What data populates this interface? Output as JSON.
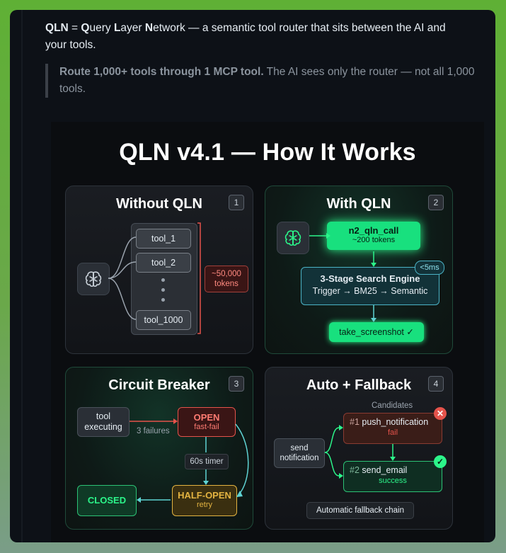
{
  "intro": {
    "q": "Q",
    "ln": "LN",
    "eq": " = ",
    "query_q": "Q",
    "query_rest": "uery ",
    "layer_l": "L",
    "layer_rest": "ayer ",
    "network_n": "N",
    "network_rest": "etwork",
    "desc": " — a semantic tool router that sits between the AI and your tools."
  },
  "quote": {
    "bold": "Route 1,000+ tools through 1 MCP tool.",
    "rest": " The AI sees only the router — not all 1,000 tools."
  },
  "infographic": {
    "title": "QLN v4.1 — How It Works",
    "card1": {
      "title": "Without QLN",
      "num": "1",
      "tools": [
        "tool_1",
        "tool_2",
        "tool_1000"
      ],
      "tokens_line1": "~50,000",
      "tokens_line2": "tokens"
    },
    "card2": {
      "title": "With QLN",
      "num": "2",
      "call_label": "n2_qln_call",
      "call_sub": "~200 tokens",
      "latency": "<5ms",
      "engine_title": "3-Stage Search Engine",
      "engine_sub": "Trigger → BM25 → Semantic",
      "result": "take_screenshot ✓"
    },
    "card3": {
      "title": "Circuit Breaker",
      "num": "3",
      "tool_exec": "tool executing",
      "failures": "3 failures",
      "open": "OPEN",
      "open_sub": "fast-fail",
      "timer": "60s timer",
      "half_open": "HALF-OPEN",
      "half_sub": "retry",
      "closed": "CLOSED"
    },
    "card4": {
      "title": "Auto + Fallback",
      "num": "4",
      "candidates": "Candidates",
      "send": "send notification",
      "c1_rank": "#1",
      "c1_name": "push_notification",
      "c1_status": "fail",
      "c2_rank": "#2",
      "c2_name": "send_email",
      "c2_status": "success",
      "chain": "Automatic fallback chain"
    }
  },
  "colors": {
    "neon_green": "#2cf58a",
    "red": "#e5534b",
    "yellow": "#e3b341",
    "cyan": "#5fd3d3"
  }
}
